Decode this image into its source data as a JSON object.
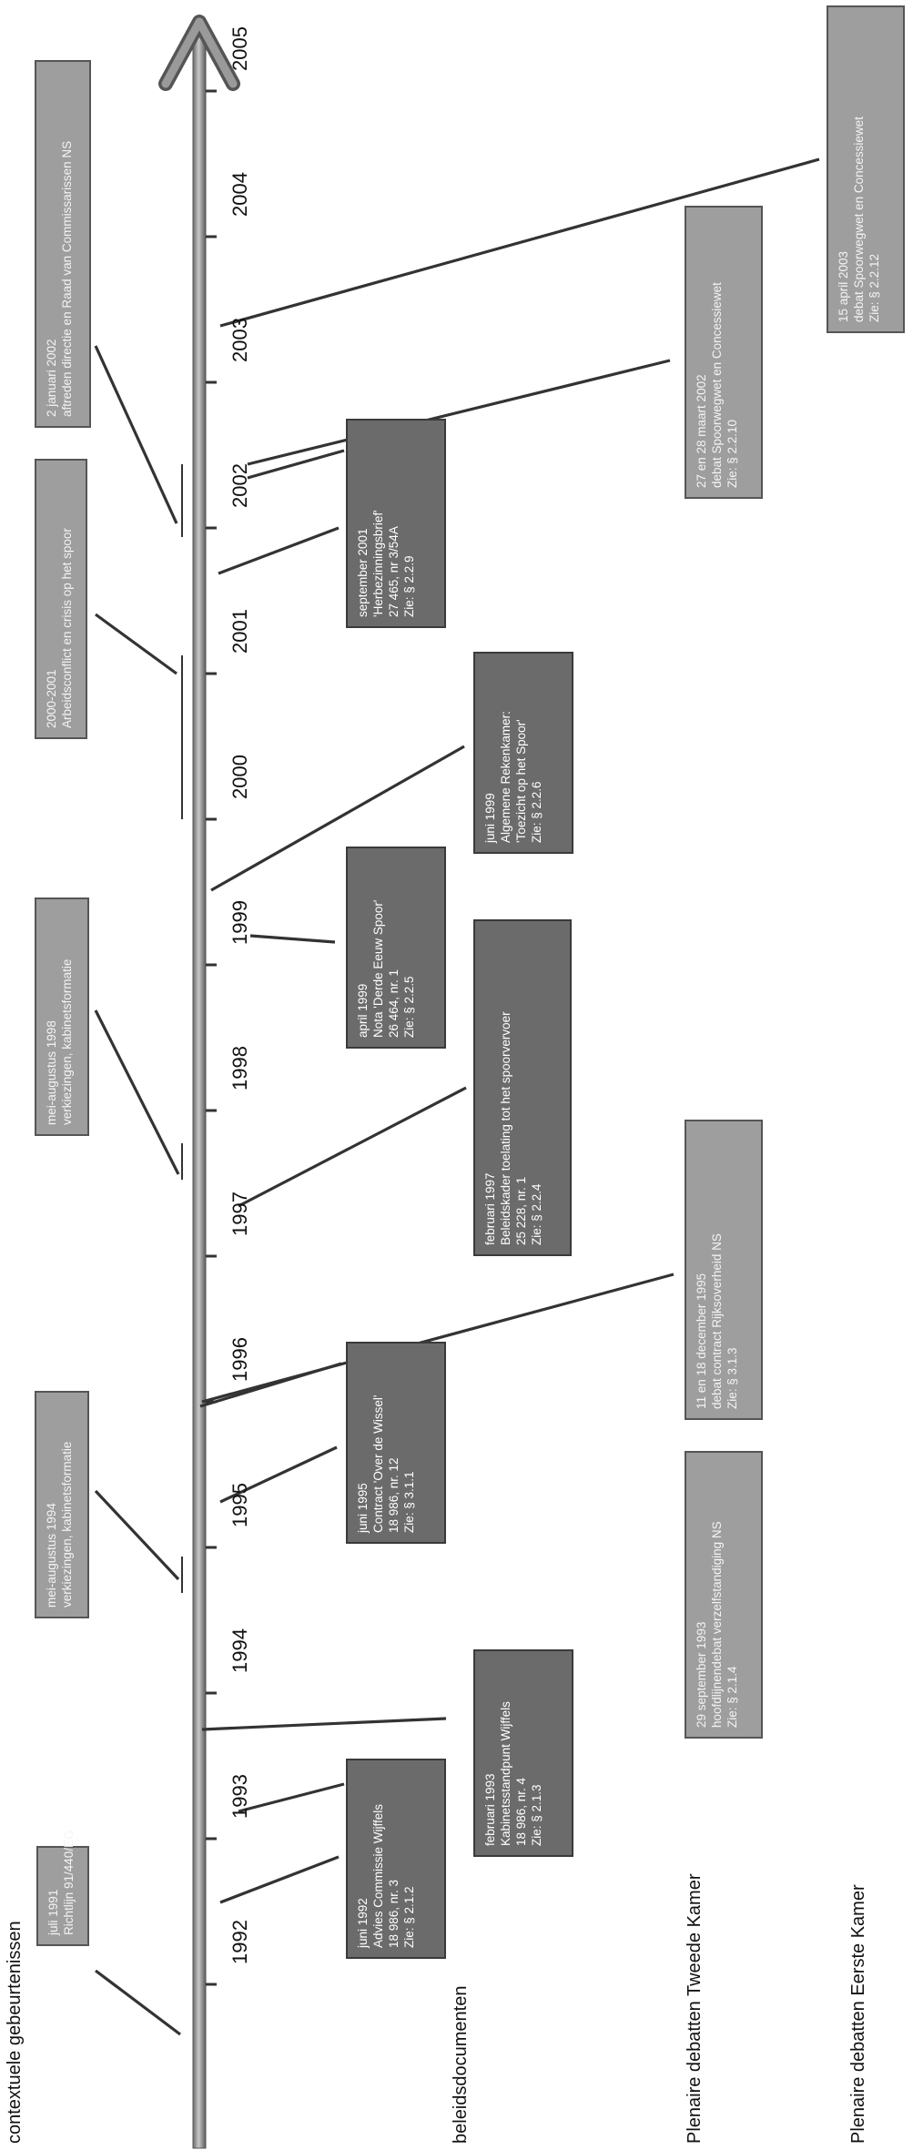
{
  "lanes": [
    "contextuele gebeurtenissen",
    "beleidsdocumenten",
    "Plenaire debatten Tweede Kamer",
    "Plenaire debatten Eerste Kamer"
  ],
  "years": [
    "1992",
    "1993",
    "1994",
    "1995",
    "1996",
    "1997",
    "1998",
    "1999",
    "2000",
    "2001",
    "2002",
    "2003",
    "2004",
    "2005"
  ],
  "context_events": [
    [
      "juli 1991",
      "Richtlijn 91/440/EG"
    ],
    [
      "mei-augustus 1994",
      "verkiezingen, kabinetsformatie"
    ],
    [
      "mei-augustus 1998",
      "verkiezingen, kabinetsformatie"
    ],
    [
      "2000-2001",
      "Arbeidsconflict en  crisis op het spoor"
    ],
    [
      "2 januari 2002",
      "aftreden directie en Raad van Commissarissen NS"
    ]
  ],
  "policy_documents": [
    [
      "juni 1992",
      "Advies Commissie Wijffels",
      "18 986, nr. 3",
      "Zie: § 2.1.2"
    ],
    [
      "februari 1993",
      "Kabinetsstandpunt Wijffels",
      "18 986, nr. 4",
      "Zie: § 2.1.3"
    ],
    [
      "juni 1995",
      "Contract 'Over de Wissel'",
      "18 986, nr. 12",
      "Zie: § 3.1.1"
    ],
    [
      "februari 1997",
      "Beleidskader toelating tot het spoorvervoer",
      "25 228, nr. 1",
      "Zie: § 2.2.4"
    ],
    [
      "april 1999",
      "Nota 'Derde Eeuw Spoor'",
      "26 464, nr. 1",
      "Zie: § 2.2.5"
    ],
    [
      "juni 1999",
      "Algemene Rekenkamer:",
      "'Toezicht op het Spoor'",
      "Zie: § 2.2.6"
    ],
    [
      "september 2001",
      "'Herbezinningsbrief'",
      "27 465, nr 3/54A",
      "Zie: § 2.2.9"
    ]
  ],
  "debates_tweede_kamer": [
    [
      "29 september 1993",
      "hoofdlijnendebat verzelfstandiging NS",
      "Zie: § 2.1.4"
    ],
    [
      "11 en 18 december 1995",
      "debat contract Rijksoverheid NS",
      "Zie: § 3.1.3"
    ],
    [
      "27 en 28  maart 2002",
      "debat Spoorwegwet en Concessiewet",
      "Zie: § 2.2.10"
    ]
  ],
  "debates_eerste_kamer": [
    [
      "15 april 2003",
      "debat  Spoorwegwet en Concessiewet",
      "Zie: § 2.2.12"
    ]
  ],
  "colors": {
    "axis": "#8a8a8a",
    "dark_box": "#6b6b6b",
    "light_box": "#9e9e9e",
    "connector": "#333333"
  }
}
